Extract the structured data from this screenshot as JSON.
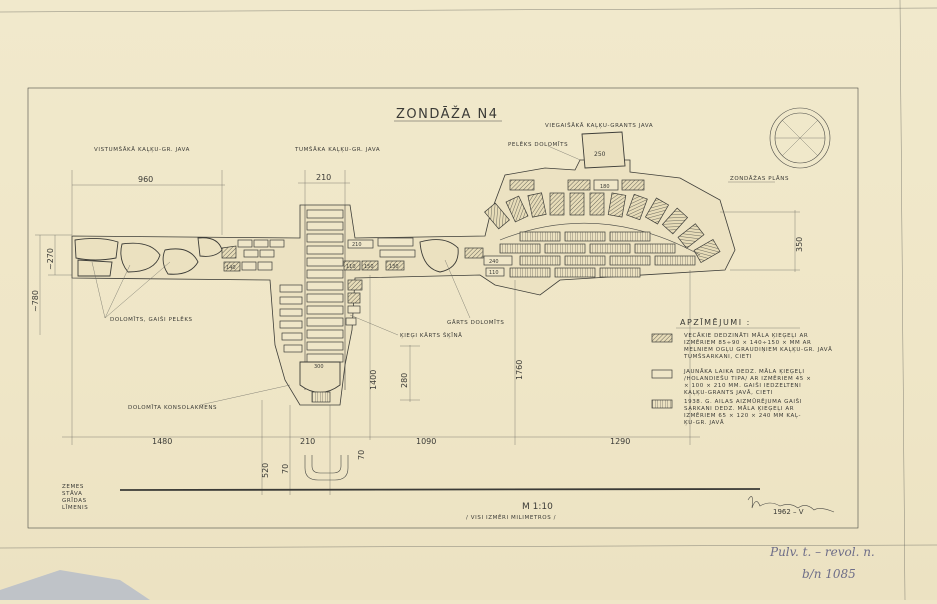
{
  "title": "ZONDĀŽA N4",
  "labels": {
    "west_wall": "VISTUMŠĀKĀ KAĻĶU-GR. JAVA",
    "middle_wall": "TUMŠĀKA KAĻĶU-GR. JAVA",
    "east_wall": "VIEGAIŠĀKĀ KAĻĶU-GRANTS JAVA",
    "grey_dolomite": "PELĒKS DOLOMĪTS",
    "plan_caption": "ZONDĀŽAS PLĀNS",
    "light_dolomite": "DOLOMĪTS, GAIŠI PELĒKS",
    "fire_brick": "ĶIEĢI KĀRTS ŠĶĪNĀ",
    "yellow_dolomite": "GĀRTS DOLOMĪTS",
    "console_stone": "DOLOMĪTA KONSOLAKMENS",
    "floor_level": [
      "ZEMES",
      "STĀVA",
      "GRĪDAS",
      "LĪMENIS"
    ]
  },
  "legend": {
    "heading": "APZĪMĒJUMI :",
    "items": [
      {
        "pattern": "diagonal-hatch",
        "lines": [
          "VECĀKIE DEDZINĀTI MĀLA ĶIEĢEĻI AR",
          "IZMĒRIEM 85÷90 × 140÷150 ×   MM AR",
          "MELNIEM OGĻU GRAUDIŅIEM KAĻĶU-GR. JAVĀ",
          "TUMŠSARKANI, CIETI"
        ]
      },
      {
        "pattern": "blank",
        "lines": [
          "JAUNĀKA LAIKA DEDZ. MĀLA ĶIEĢEĻI",
          "/HOLANDIEŠU TIPA/ AR IZMĒRIEM 45 ×",
          "× 100 × 210 MM. GAIŠI IEDZELTENI",
          "KAĻĶU-GRANTS JAVĀ, CIETI"
        ]
      },
      {
        "pattern": "vertical-hatch",
        "lines": [
          "1938. G. AILAS AIZMŪRĒJUMA GAIŠI",
          "SARKANI DEDZ. MĀLA ĶIEĢEĻI AR",
          "IZMĒRIEM 65 × 120 × 240 MM KAĻ-",
          "ĶU-GR. JAVĀ"
        ]
      }
    ]
  },
  "dimensions": {
    "top_960": "960",
    "top_210": "210",
    "left_270": "~270",
    "left_780": "~780",
    "b_1480": "1480",
    "b_210": "210",
    "b_1090": "1090",
    "b_1290": "1290",
    "v_1400": "1400",
    "v_280": "280",
    "v_1760": "1760",
    "v_350": "350",
    "v_520": "520",
    "v_70": "70",
    "v_70b": "70",
    "brick_210": "210",
    "brick_140": "140",
    "brick_110": "110",
    "brick_150": "150",
    "brick_130": "130",
    "brick_300": "300",
    "brick_250": "250",
    "brick_180": "180",
    "brick_240": "240",
    "brick_110b": "110"
  },
  "scale": {
    "ratio": "M 1:10",
    "note": "/ VISI IZMĒRI MILIMETROS /"
  },
  "signature": {
    "date": "1962 – V"
  },
  "archive_notes": [
    "Pulv. t. – revol. n.",
    "b/n 1085"
  ]
}
